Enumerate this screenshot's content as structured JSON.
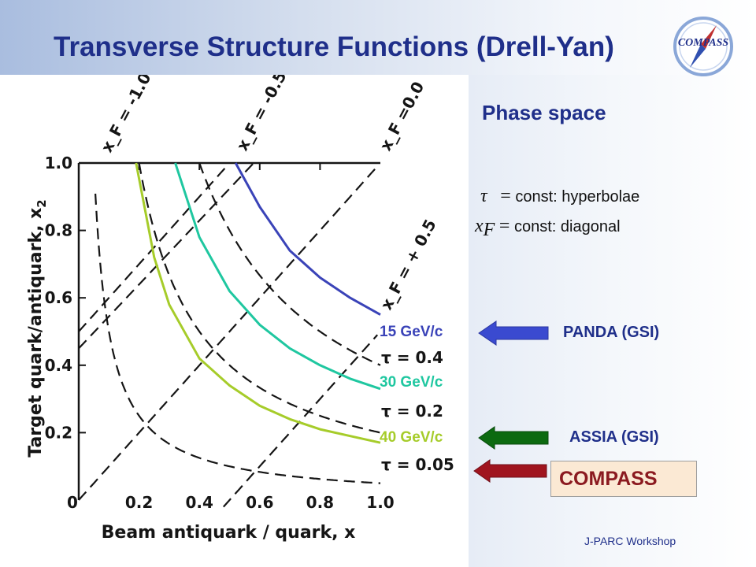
{
  "slide": {
    "title": "Transverse Structure Functions (Drell-Yan)",
    "footer": "J-PARC Workshop",
    "logo_text": "COMPASS"
  },
  "figure": {
    "xlabel": "Beam antiquark / quark, x",
    "ylabel": "Target quark/antiquark, x",
    "ylabel_sub": "2",
    "x_ticks": [
      "0",
      "0.2",
      "0.4",
      "0.6",
      "0.8",
      "1.0"
    ],
    "y_ticks": [
      "0.2",
      "0.4",
      "0.6",
      "0.8",
      "1.0"
    ],
    "xf_labels": [
      "x_F = -1.0",
      "x_F = -0.5",
      "x_F =0.0",
      "x_F = + 0.5"
    ],
    "tau_labels": [
      "τ = 0.4",
      "τ = 0.2",
      "τ = 0.05"
    ],
    "colors": {
      "p15": "#3a43b8",
      "p30": "#1fc7a0",
      "p40": "#a6cc2a"
    }
  },
  "chart_data": {
    "type": "line",
    "xlabel": "Beam antiquark / quark, x",
    "ylabel": "Target quark/antiquark, x2",
    "xlim": [
      0,
      1.0
    ],
    "ylim": [
      0,
      1.0
    ],
    "dashed_hyperbolae_tau": [
      0.05,
      0.2,
      0.4
    ],
    "dashed_diagonals_xF": [
      -1.0,
      -0.5,
      0.0,
      0.5
    ],
    "series": [
      {
        "name": "15 GeV/c",
        "color": "#3a43b8",
        "x": [
          0.52,
          0.6,
          0.7,
          0.8,
          0.9,
          1.0
        ],
        "y": [
          1.0,
          0.87,
          0.74,
          0.66,
          0.6,
          0.55
        ]
      },
      {
        "name": "30 GeV/c",
        "color": "#1fc7a0",
        "x": [
          0.32,
          0.4,
          0.5,
          0.6,
          0.7,
          0.8,
          0.9,
          1.0
        ],
        "y": [
          1.0,
          0.78,
          0.62,
          0.52,
          0.45,
          0.4,
          0.36,
          0.33
        ]
      },
      {
        "name": "40 GeV/c",
        "color": "#a6cc2a",
        "x": [
          0.19,
          0.25,
          0.3,
          0.4,
          0.5,
          0.6,
          0.7,
          0.8,
          0.9,
          1.0
        ],
        "y": [
          1.0,
          0.72,
          0.58,
          0.42,
          0.34,
          0.28,
          0.24,
          0.21,
          0.19,
          0.17
        ]
      }
    ]
  },
  "right": {
    "phase_space": "Phase space",
    "tau_line": {
      "symbol": "τ",
      "eq": "=",
      "text": "const: hyperbolae"
    },
    "xf_line": {
      "symbol": "x",
      "sub": "F",
      "eq": "=",
      "text": "const: diagonal"
    },
    "energies": [
      {
        "label": "15 GeV/c",
        "color": "#3a43b8"
      },
      {
        "label": "30 GeV/c",
        "color": "#1fc7a0"
      },
      {
        "label": "40 GeV/c",
        "color": "#a6cc2a"
      }
    ],
    "experiments": [
      {
        "label": "PANDA (GSI)",
        "arrow_color": "#3a4ad0"
      },
      {
        "label": "ASSIA (GSI)",
        "arrow_color": "#0c6a10"
      },
      {
        "label": "COMPASS",
        "arrow_color": "#a0151f"
      }
    ]
  }
}
